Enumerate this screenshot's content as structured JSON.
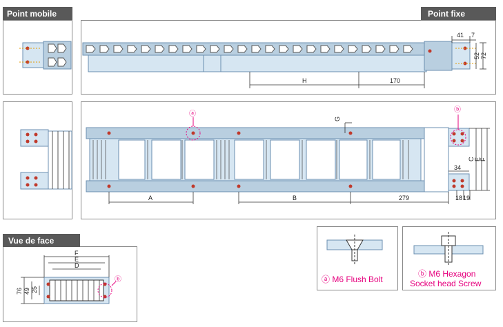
{
  "headers": {
    "point_mobile": "Point mobile",
    "point_fixe": "Point fixe",
    "vue_de_face": "Vue de face"
  },
  "dimensions": {
    "top_41": "41",
    "top_7": "7",
    "top_52": "52",
    "top_72": "72",
    "top_h": "H",
    "top_170": "170",
    "mid_g": "G",
    "mid_c": "C",
    "mid_e": "E",
    "mid_f": "F",
    "mid_34": "34",
    "mid_18": "18",
    "mid_19": "19",
    "mid_a": "A",
    "mid_b": "B",
    "mid_279": "279",
    "front_f": "F",
    "front_e": "E",
    "front_d": "D",
    "front_76": "76",
    "front_49": "49",
    "front_25": "25"
  },
  "markers": {
    "a": "ⓐ",
    "b": "ⓑ"
  },
  "legend": {
    "a_caption": "ⓐ M6 Flush Bolt",
    "b_caption_line1": "ⓑ M6 Hexagon",
    "b_caption_line2": "Socket head Screw"
  },
  "colors": {
    "header_bg": "#595959",
    "part_fill": "#d6e6f2",
    "part_stroke": "#6b8fb0",
    "link_fill": "#b9cfe0",
    "accent": "#e6007e",
    "dim_line": "#333333",
    "bolt_red": "#c0392b"
  }
}
